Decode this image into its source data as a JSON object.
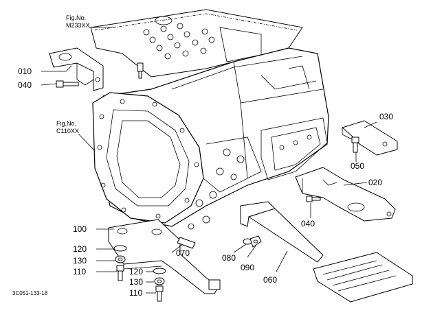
{
  "figure_refs": [
    {
      "prefix": "Fig.No.",
      "number": "M233XX"
    },
    {
      "prefix": "Fig.No.",
      "number": "C110XX"
    }
  ],
  "part_labels": {
    "p010": "010",
    "p040a": "040",
    "p030": "030",
    "p050": "050",
    "p020": "020",
    "p040b": "040",
    "p100": "100",
    "p120a": "120",
    "p130a": "130",
    "p110a": "110",
    "p070": "070",
    "p080": "080",
    "p090": "090",
    "p060": "060",
    "p120b": "120",
    "p130b": "130",
    "p110b": "110"
  },
  "drawing_code": "3C051-133-18"
}
